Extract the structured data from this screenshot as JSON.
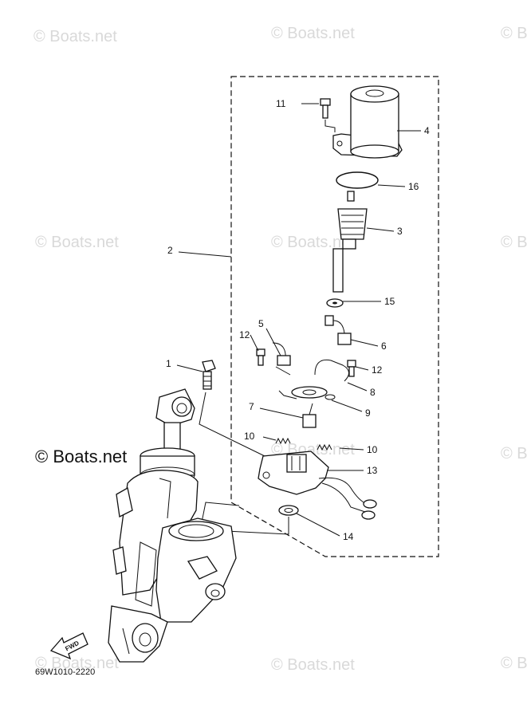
{
  "watermarks": {
    "faint": "© Boats.net",
    "bold": "© Boats.net"
  },
  "callouts": {
    "c1": "1",
    "c2": "2",
    "c3": "3",
    "c4": "4",
    "c5": "5",
    "c6": "6",
    "c7": "7",
    "c8": "8",
    "c9": "9",
    "c10a": "10",
    "c10b": "10",
    "c11": "11",
    "c12a": "12",
    "c12b": "12",
    "c13": "13",
    "c14": "14",
    "c15": "15",
    "c16": "16"
  },
  "fwd_label": "FWD",
  "diagram_code": "69W1010-2220"
}
